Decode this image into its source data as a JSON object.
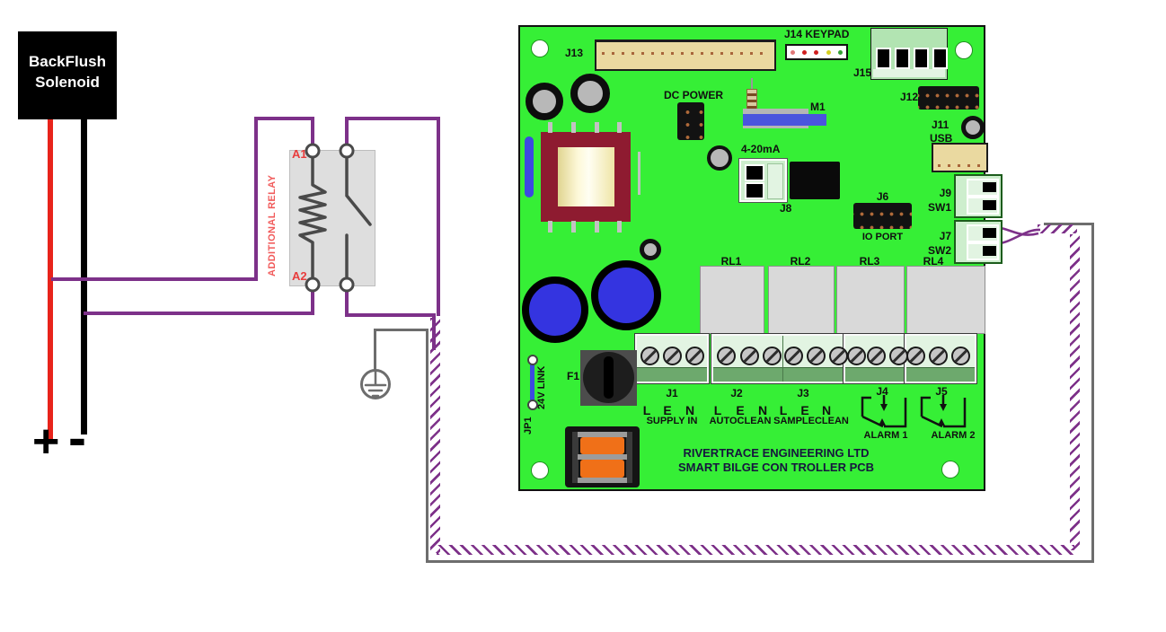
{
  "solenoid": {
    "line1": "BackFlush",
    "line2": "Solenoid"
  },
  "supply": {
    "plus": "+",
    "minus": "-"
  },
  "relay": {
    "name": "ADDITIONAL RELAY",
    "a1": "A1",
    "a2": "A2"
  },
  "pcb": {
    "silkscreen": {
      "j13": "J13",
      "j14_keypad": "J14 KEYPAD",
      "j15": "J15",
      "j12": "J12",
      "j11": "J11",
      "usb": "USB",
      "dc_power": "DC POWER",
      "m1": "M1",
      "loop_4_20ma": "4-20mA",
      "j8": "J8",
      "j6": "J6",
      "io_port": "IO PORT",
      "j9": "J9",
      "sw1": "SW1",
      "j7": "J7",
      "sw2": "SW2",
      "f1": "F1",
      "jp1": "JP1",
      "link_24v": "24V LINK",
      "footer_line1": "RIVERTRACE ENGINEERING LTD",
      "footer_line2": "SMART BILGE CON TROLLER PCB"
    },
    "relays": [
      "RL1",
      "RL2",
      "RL3",
      "RL4"
    ],
    "terminal_groups": [
      {
        "id": "J1",
        "pins": [
          "L",
          "E",
          "N"
        ],
        "label": "SUPPLY IN"
      },
      {
        "id": "J2",
        "pins": [
          "L",
          "E",
          "N"
        ],
        "label": "AUTOCLEAN"
      },
      {
        "id": "J3",
        "pins": [
          "L",
          "E",
          "N"
        ],
        "label": "SAMPLECLEAN"
      },
      {
        "id": "J4",
        "label": "ALARM 1"
      },
      {
        "id": "J5",
        "label": "ALARM 2"
      }
    ],
    "keypad_led_colors": [
      "#e07878",
      "#cf1f1f",
      "#cf1f1f",
      "#d6cf1f",
      "#36a336"
    ]
  },
  "colors": {
    "pcb_green": "#36ef36",
    "wire_purple": "#7d3189",
    "wire_red": "#e8231b",
    "wire_black": "#000000",
    "shield_gray": "#6d6d6d",
    "label_red": "#ee3e3e"
  }
}
